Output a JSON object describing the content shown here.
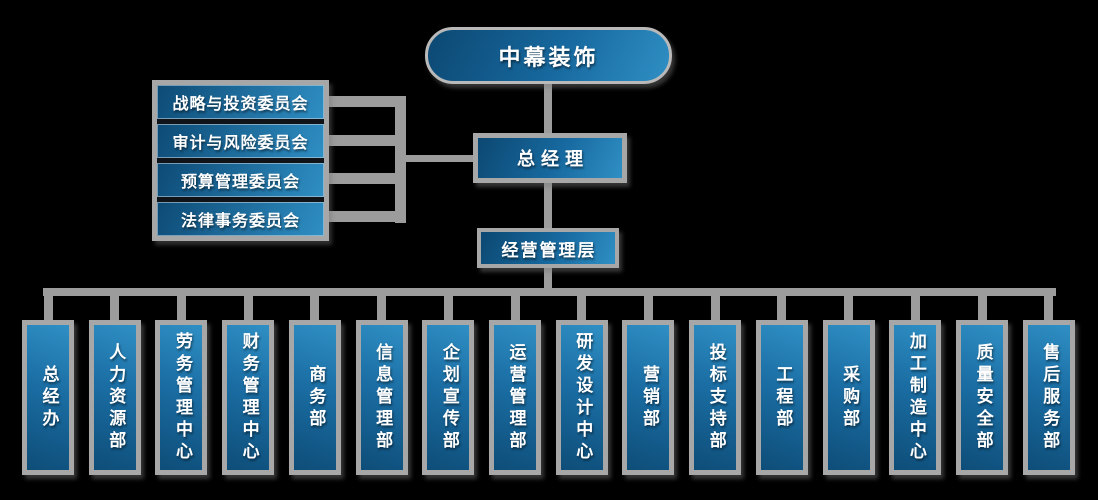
{
  "company": {
    "name": "中幕装饰"
  },
  "committees": {
    "items": [
      "战略与投资委员会",
      "审计与风险委员会",
      "预算管理委员会",
      "法律事务委员会"
    ]
  },
  "management": {
    "general_manager": "总经理",
    "management_layer": "经营管理层"
  },
  "departments": {
    "items": [
      "总经办",
      "人力资源部",
      "劳务管理中心",
      "财务管理中心",
      "商务部",
      "信息管理部",
      "企划宣传部",
      "运营管理部",
      "研发设计中心",
      "营销部",
      "投标支持部",
      "工程部",
      "采购部",
      "加工制造中心",
      "质量安全部",
      "售后服务部"
    ]
  },
  "colors": {
    "node_blue_light": "#2f8fc4",
    "node_blue_dark": "#0e4d78",
    "connector_gray": "#9c9c9c",
    "frame_gray": "#a7a7a7",
    "background": "#000000",
    "text": "#ffffff"
  }
}
